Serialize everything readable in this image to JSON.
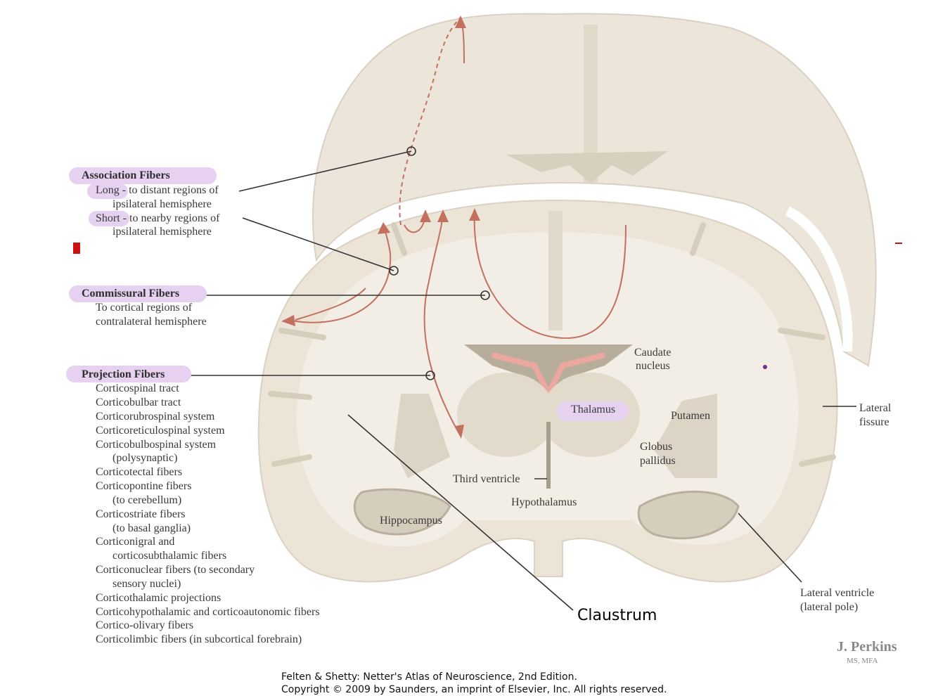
{
  "association": {
    "title": "Association Fibers",
    "long_key": "Long",
    "long_rest": "- to distant regions of",
    "long_line2": "ipsilateral hemisphere",
    "short_key": "Short",
    "short_rest": "- to nearby regions of",
    "short_line2": "ipsilateral hemisphere"
  },
  "commissural": {
    "title": "Commissural Fibers",
    "line1": "To cortical regions of",
    "line2": "contralateral hemisphere"
  },
  "projection": {
    "title": "Projection Fibers",
    "items": [
      "Corticospinal tract",
      "Corticobulbar tract",
      "Corticorubrospinal system",
      "Corticoreticulospinal system",
      "Corticobulbospinal system",
      "(polysynaptic)",
      "Corticotectal fibers",
      "Corticopontine fibers",
      "(to cerebellum)",
      "Corticostriate fibers",
      "(to basal ganglia)",
      "Corticonigral and",
      "corticosubthalamic fibers",
      "Corticonuclear fibers (to secondary",
      "sensory nuclei)",
      "Corticothalamic projections",
      "Corticohypothalamic and corticoautonomic fibers",
      "Cortico-olivary fibers",
      "Corticolimbic fibers (in subcortical forebrain)"
    ]
  },
  "structures": {
    "caudate_1": "Caudate",
    "caudate_2": "nucleus",
    "thalamus": "Thalamus",
    "putamen": "Putamen",
    "globus_1": "Globus",
    "globus_2": "pallidus",
    "third_ventricle": "Third ventricle",
    "hypothalamus": "Hypothalamus",
    "hippocampus": "Hippocampus",
    "lateral_fissure_1": "Lateral",
    "lateral_fissure_2": "fissure",
    "lateral_ventricle_1": "Lateral ventricle",
    "lateral_ventricle_2": "(lateral pole)",
    "claustrum": "Claustrum"
  },
  "signature": {
    "name": "J. Perkins",
    "degree": "MS, MFA"
  },
  "credit": {
    "line1": "Felten & Shetty: Netter's Atlas of Neuroscience, 2nd Edition.",
    "line2": "Copyright © 2009 by Saunders, an imprint of Elsevier, Inc. All rights reserved."
  },
  "colors": {
    "highlight": "#e6d1f0",
    "fiber": "#c4705e",
    "brain": "#ece6da",
    "cortex": "#e3dccd",
    "marker": "#cc1111"
  }
}
